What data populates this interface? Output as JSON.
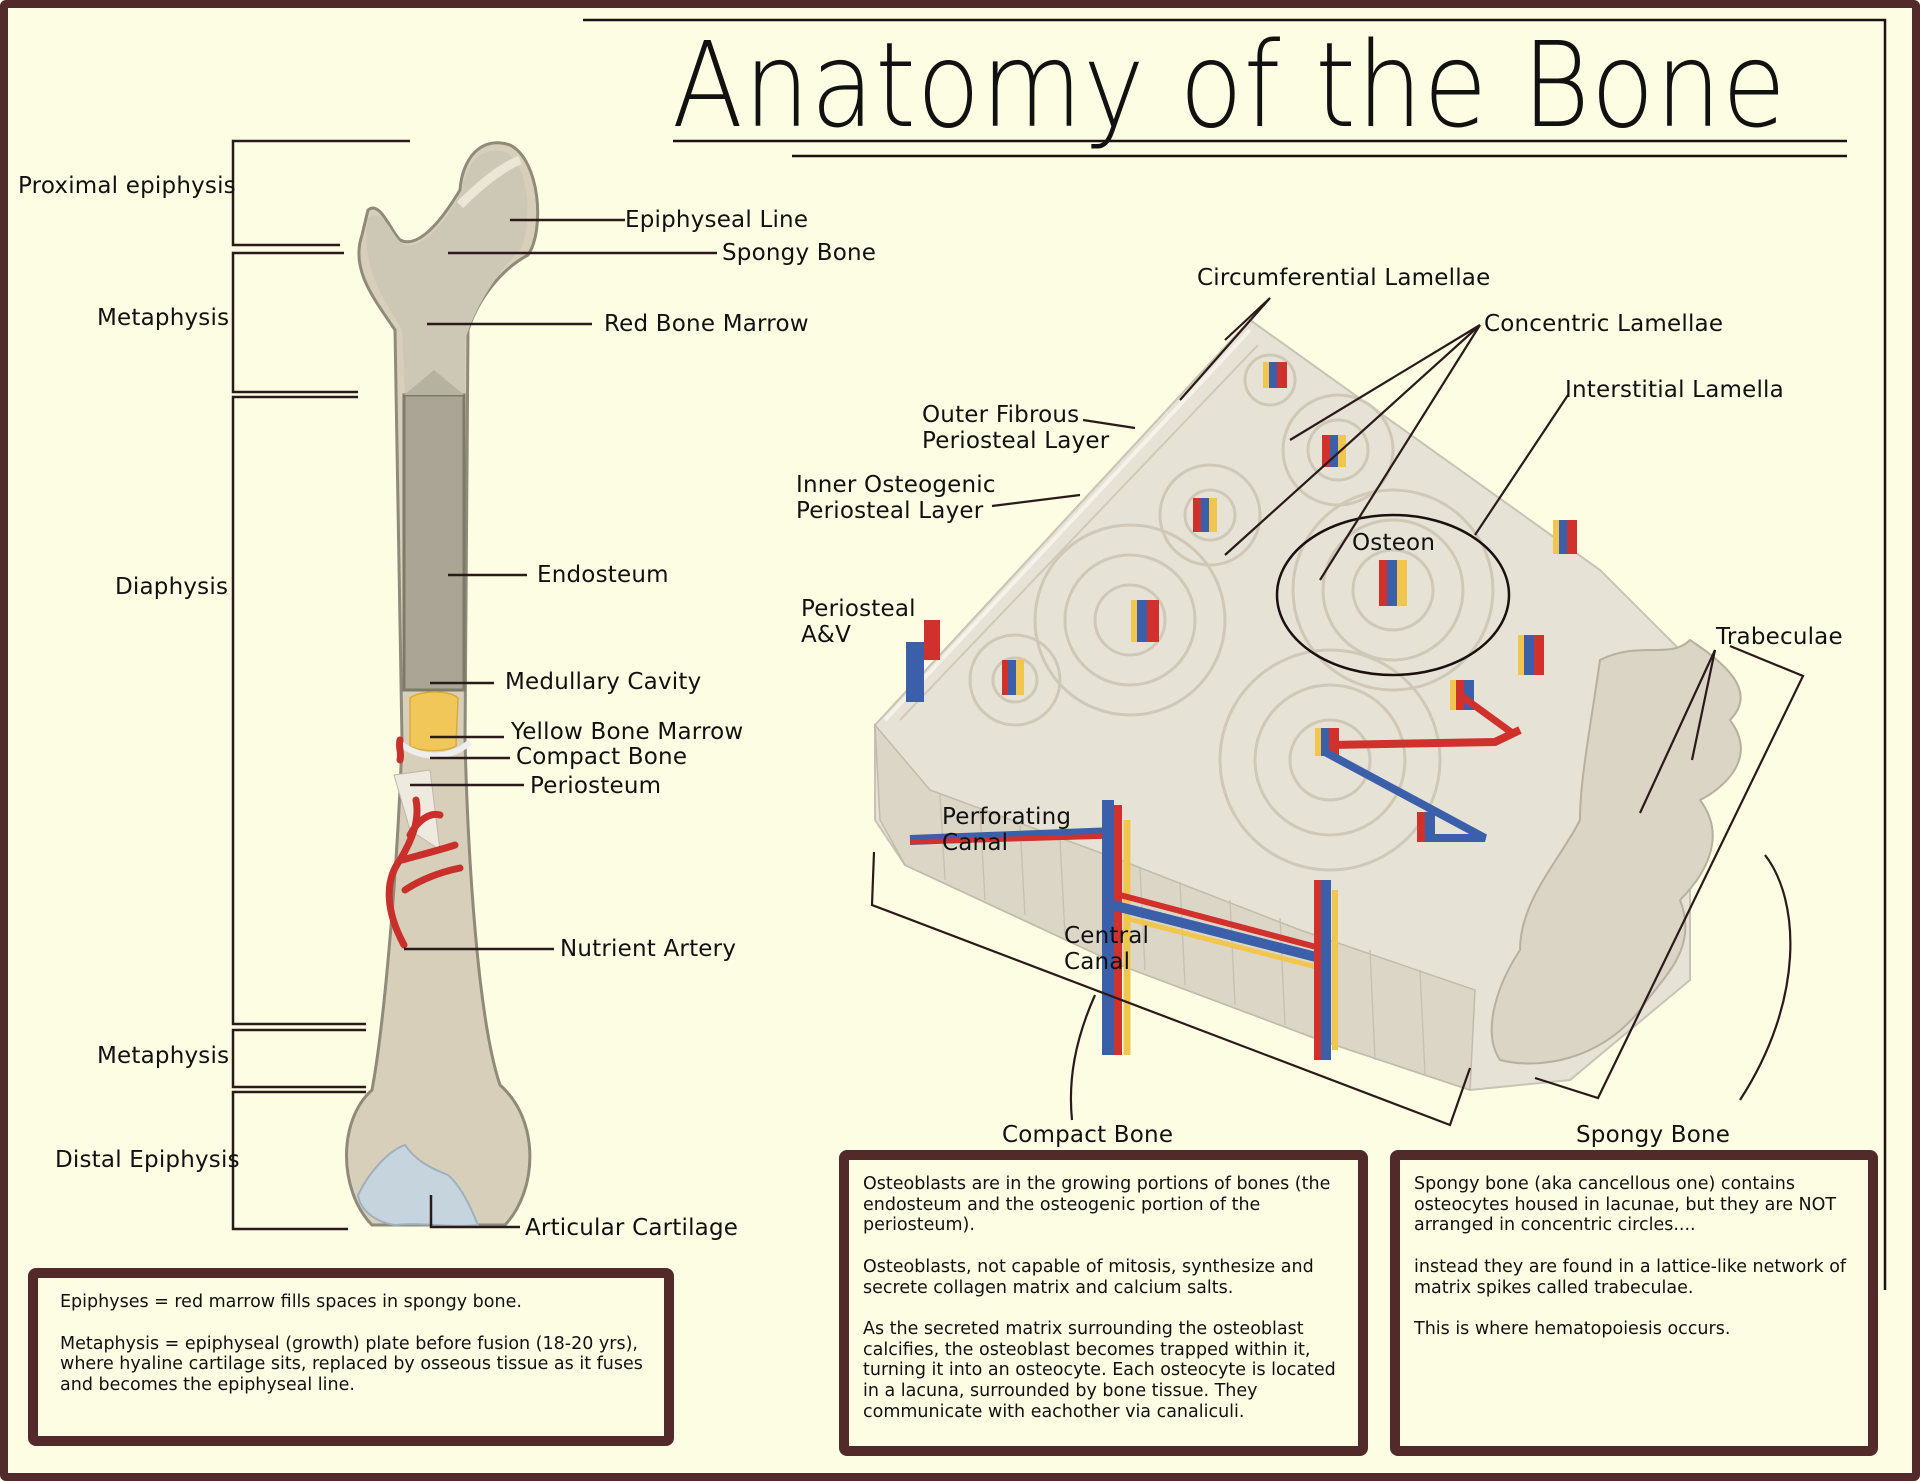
{
  "title": "Anatomy of the Bone",
  "colors": {
    "border": "#522a2a",
    "background": "#fdfde3",
    "artery": "#d0312d",
    "vein": "#3b5fa8",
    "nerve": "#f0c64e",
    "bone": "#e6e1d4",
    "cartilage": "#c8d6df"
  },
  "long_bone": {
    "regions": [
      {
        "label": "Proximal epiphysis"
      },
      {
        "label": "Metaphysis"
      },
      {
        "label": "Diaphysis"
      },
      {
        "label": "Metaphysis"
      },
      {
        "label": "Distal Epiphysis"
      }
    ],
    "structures": [
      {
        "label": "Epiphyseal Line"
      },
      {
        "label": "Spongy Bone"
      },
      {
        "label": "Red Bone Marrow"
      },
      {
        "label": "Endosteum"
      },
      {
        "label": "Medullary Cavity"
      },
      {
        "label": "Yellow Bone Marrow"
      },
      {
        "label": "Compact Bone"
      },
      {
        "label": "Periosteum"
      },
      {
        "label": "Nutrient Artery"
      },
      {
        "label": "Articular Cartilage"
      }
    ]
  },
  "bone_section": {
    "labels": {
      "circumferential_lamellae": "Circumferential Lamellae",
      "concentric_lamellae": "Concentric Lamellae",
      "interstitial_lamella": "Interstitial Lamella",
      "outer_fibrous_1": "Outer Fibrous",
      "outer_fibrous_2": "Periosteal Layer",
      "inner_osteogenic_1": "Inner Osteogenic",
      "inner_osteogenic_2": "Periosteal Layer",
      "osteon": "Osteon",
      "periosteal_av_1": "Periosteal",
      "periosteal_av_2": "A&V",
      "trabeculae": "Trabeculae",
      "perforating_1": "Perforating",
      "perforating_2": "Canal",
      "central_1": "Central",
      "central_2": "Canal",
      "compact_bone": "Compact Bone",
      "spongy_bone": "Spongy Bone"
    }
  },
  "notes": {
    "epiphyses": [
      "Epiphyses = red marrow fills spaces in spongy bone.",
      "Metaphysis = epiphyseal (growth) plate before fusion (18-20 yrs), where hyaline cartilage sits, replaced by osseous tissue as it fuses and becomes the epiphyseal line."
    ],
    "compact": [
      "Osteoblasts are in the growing portions of bones (the endosteum and the osteogenic portion of the periosteum).",
      "Osteoblasts, not capable of mitosis, synthesize and secrete collagen matrix and calcium salts.",
      "As the secreted matrix surrounding the osteoblast calcifies, the osteoblast becomes trapped within it, turning it into an osteocyte. Each osteocyte is located in a lacuna, surrounded by bone tissue. They communicate with eachother via canaliculi."
    ],
    "spongy": [
      "Spongy bone (aka cancellous one) contains osteocytes housed in lacunae, but they are NOT arranged in concentric circles....",
      "instead they are found in a lattice-like network of matrix spikes called trabeculae.",
      "This is where hematopoiesis occurs."
    ]
  }
}
